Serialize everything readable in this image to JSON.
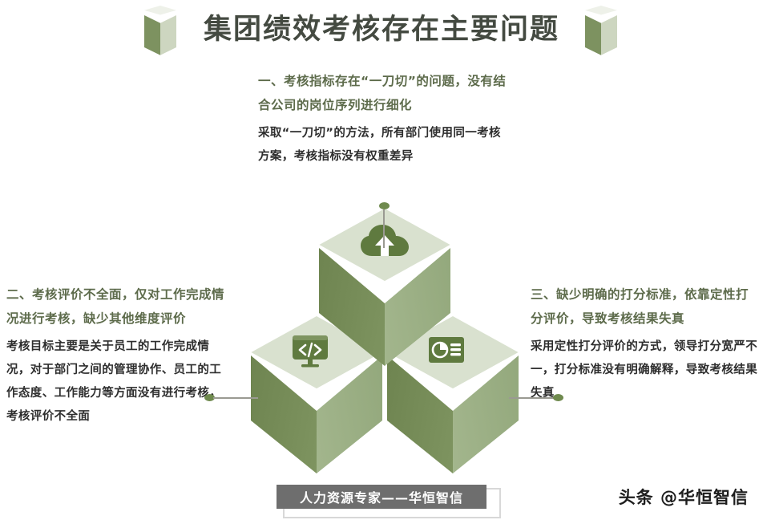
{
  "title": {
    "text": "集团绩效考核存在主要问题",
    "left_icon": "cube-icon",
    "right_icon": "cube-icon"
  },
  "blocks": {
    "top": {
      "heading": "一、考核指标存在“一刀切”的问题，没有结合公司的岗位序列进行细化",
      "body": "采取“一刀切”的方法，所有部门使用同一考核方案，考核指标没有权重差异"
    },
    "left": {
      "heading": "二、考核评价不全面，仅对工作完成情况进行考核，缺少其他维度评价",
      "body": "考核目标主要是关于员工的工作完成情况，对于部门之间的管理协作、员工的工作态度、工作能力等方面没有进行考核，考核评价不全面"
    },
    "right": {
      "heading": "三、缺少明确的打分标准，依靠定性打分评价，导致考核结果失真",
      "body": "采用定性打分评价的方式，领导打分宽严不一，打分标准没有明确解释，导致考核结果失真"
    }
  },
  "graphic": {
    "cubes": [
      {
        "position": "top",
        "icon": "cloud-upload-icon"
      },
      {
        "position": "bottom-left",
        "icon": "code-monitor-icon"
      },
      {
        "position": "bottom-right",
        "icon": "presentation-chart-icon"
      }
    ],
    "connectors": [
      "top-connector",
      "left-connector",
      "right-connector"
    ]
  },
  "banner": {
    "text": "人力资源专家——华恒智信"
  },
  "watermark": {
    "text": "头条 @华恒智信"
  },
  "colors": {
    "title_text": "#444a41",
    "heading_green": "#5d6b4b",
    "body_text": "#2e2e2e",
    "cube_top_face": "#d9e1cf",
    "cube_left_face": "#6e8450",
    "cube_right_face": "#9cb085",
    "icon_green": "#5f7a3f",
    "connector_dot": "#6f8a4e",
    "connector_line": "#9a9a92",
    "banner_bg": "#6e6e6e",
    "banner_text": "#ffffff",
    "background": "#ffffff"
  }
}
